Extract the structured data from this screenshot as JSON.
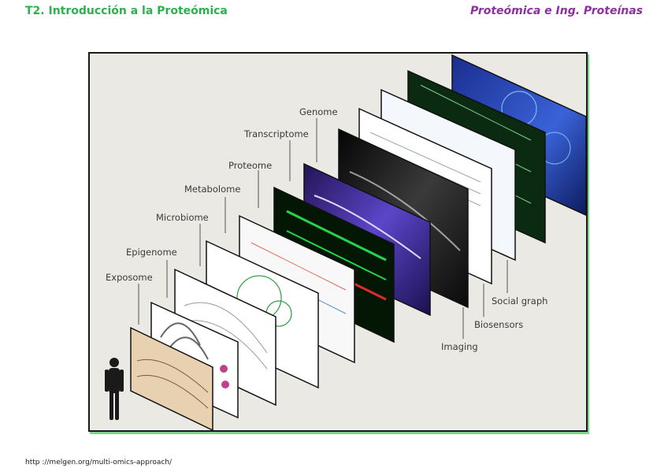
{
  "header": {
    "left_title": "T2. Introducción a la Proteómica",
    "right_title": "Proteómica e Ing. Proteínas"
  },
  "figure": {
    "labels_left": {
      "genome": "Genome",
      "transcriptome": "Transcriptome",
      "proteome": "Proteome",
      "metabolome": "Metabolome",
      "microbiome": "Microbiome",
      "epigenome": "Epigenome",
      "exposome": "Exposome"
    },
    "labels_right": {
      "social_graph": "Social graph",
      "biosensors": "Biosensors",
      "imaging": "Imaging"
    },
    "icons": [
      "human-silhouette-icon"
    ],
    "colors": {
      "frame_background": "#ebe9e4",
      "frame_shadow": "#7fd38c",
      "title_green": "#2bb24c",
      "title_purple": "#8e2fa3"
    }
  },
  "footer": {
    "source_url": "http ://melgen.org/multi-omics-approach/"
  }
}
